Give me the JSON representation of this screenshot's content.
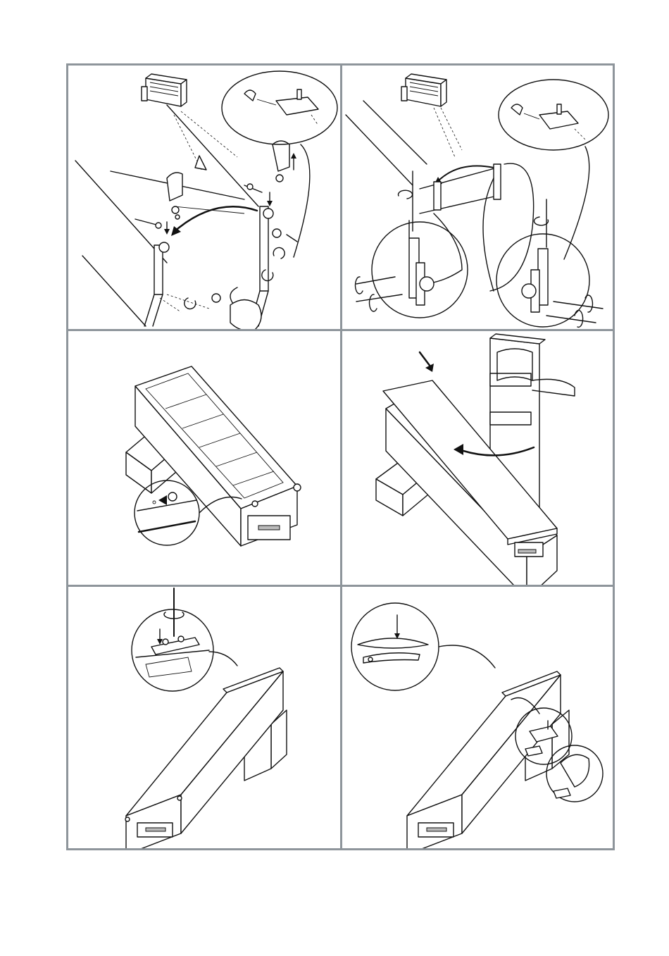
{
  "document": {
    "type": "assembly-instructions-illustrations",
    "panels": [
      {
        "id": "panel-1",
        "icons": [
          "hinge-removal-icon",
          "screw-icon",
          "bag-icon",
          "magnifier-callout-icon"
        ]
      },
      {
        "id": "panel-2",
        "icons": [
          "screwdriver-icon",
          "hinge-icon",
          "magnifier-callout-icon"
        ]
      },
      {
        "id": "panel-3",
        "icons": [
          "appliance-on-blocks-icon",
          "pin-magnifier-icon"
        ]
      },
      {
        "id": "panel-4",
        "icons": [
          "door-swap-icon",
          "hand-icon",
          "rotate-arrow-icon"
        ]
      },
      {
        "id": "panel-5",
        "icons": [
          "screwdriver-icon",
          "hinge-bracket-icon",
          "appliance-on-blocks-icon"
        ]
      },
      {
        "id": "panel-6",
        "icons": [
          "cover-cap-icon",
          "appliance-on-blocks-icon"
        ]
      }
    ]
  },
  "colors": {
    "frame": "#8e959b",
    "line": "#111111",
    "background": "#ffffff"
  }
}
